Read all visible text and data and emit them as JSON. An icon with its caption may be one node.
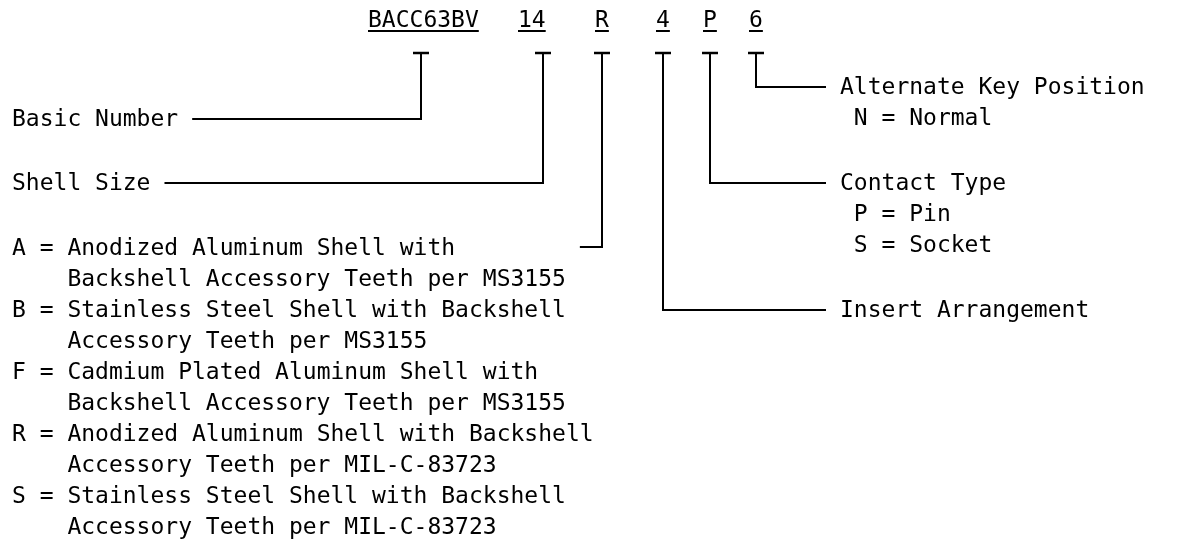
{
  "diagram": {
    "nodes": [
      {
        "text": [
          "BACC63BV"
        ]
      },
      {
        "text": [
          "14"
        ]
      },
      {
        "text": [
          "R"
        ]
      },
      {
        "text": [
          "4"
        ]
      },
      {
        "text": [
          "P"
        ]
      },
      {
        "text": [
          "6"
        ]
      },
      {
        "text": [
          "Basic Number"
        ]
      },
      {
        "text": [
          "Shell Size"
        ]
      },
      {
        "text": [
          "A = Anodized Aluminum Shell with Backshell Accessory Teeth per MS3155"
        ]
      },
      {
        "text": [
          "Insert Arrangement"
        ]
      },
      {
        "text": [
          "Contact Type",
          "P = Pin",
          "S = Socket"
        ]
      },
      {
        "text": [
          "Alternate Key Position",
          "N = Normal"
        ]
      }
    ],
    "edges": [
      {
        "from": 0,
        "to": 6,
        "arrow": "other"
      },
      {
        "from": 1,
        "to": 7,
        "arrow": "other"
      },
      {
        "from": 2,
        "to": 8,
        "arrow": "other"
      },
      {
        "from": 3,
        "to": 9,
        "arrow": "other"
      },
      {
        "from": 4,
        "to": 10,
        "arrow": "other"
      },
      {
        "from": 5,
        "to": 11,
        "arrow": "other"
      }
    ],
    "labels": [
      "B = Stainless Steel Shell with Backshell Accessory Teeth per MS3155",
      "F = Cadmium Plated Aluminum Shell with Backshell Accessory Teeth per MS3155",
      "R = Anodized Aluminum Shell with Backshell Accessory Teeth per MIL-C-83723",
      "S = Stainless Steel Shell with Backshell Accessory Teeth per MIL-C-83723"
    ]
  }
}
